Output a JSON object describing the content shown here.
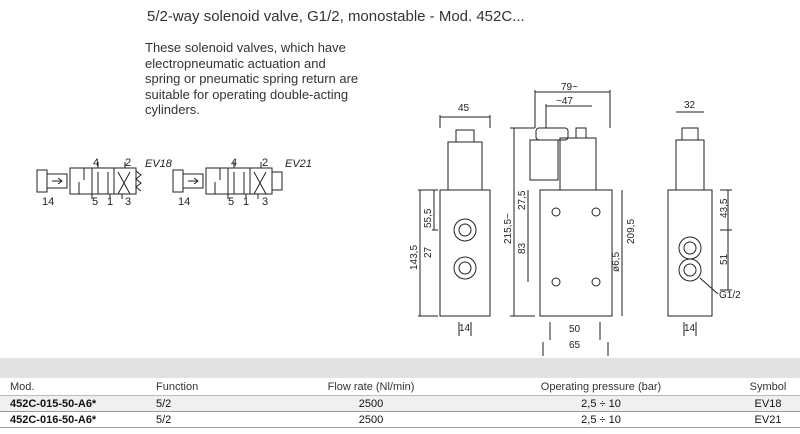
{
  "header": {
    "title": "5/2-way solenoid valve, G1/2, monostable - Mod. 452C...",
    "description": "These solenoid valves, which have electropneumatic actuation and spring or pneumatic spring return are suitable for operating double-acting cylinders."
  },
  "symbols": [
    {
      "code": "EV18",
      "ports_top": [
        "4",
        "2"
      ],
      "ports_bottom": [
        "14",
        "5",
        "1",
        "3"
      ]
    },
    {
      "code": "EV21",
      "ports_top": [
        "4",
        "2"
      ],
      "ports_bottom": [
        "14",
        "5",
        "1",
        "3"
      ]
    }
  ],
  "dimensions": {
    "front": {
      "width": "45",
      "height_total": "143,5",
      "upper": "55,5",
      "port": "27",
      "bottom": "14"
    },
    "side": {
      "overall_width": "79~",
      "offset": "~47",
      "height_total": "215,5~",
      "body": "209,5",
      "upper": "27,5",
      "center": "83",
      "hole": "ø6,5",
      "base_inner": "50",
      "base_outer": "65"
    },
    "right": {
      "width": "32",
      "upper": "43,5",
      "mid": "51",
      "bottom": "14",
      "thread": "G1/2"
    }
  },
  "table": {
    "headers": [
      "Mod.",
      "Function",
      "Flow rate (Nl/min)",
      "Operating pressure (bar)",
      "Symbol"
    ],
    "rows": [
      [
        "452C-015-50-A6*",
        "5/2",
        "2500",
        "2,5 ÷ 10",
        "EV18"
      ],
      [
        "452C-016-50-A6*",
        "5/2",
        "2500",
        "2,5 ÷ 10",
        "EV21"
      ]
    ]
  }
}
